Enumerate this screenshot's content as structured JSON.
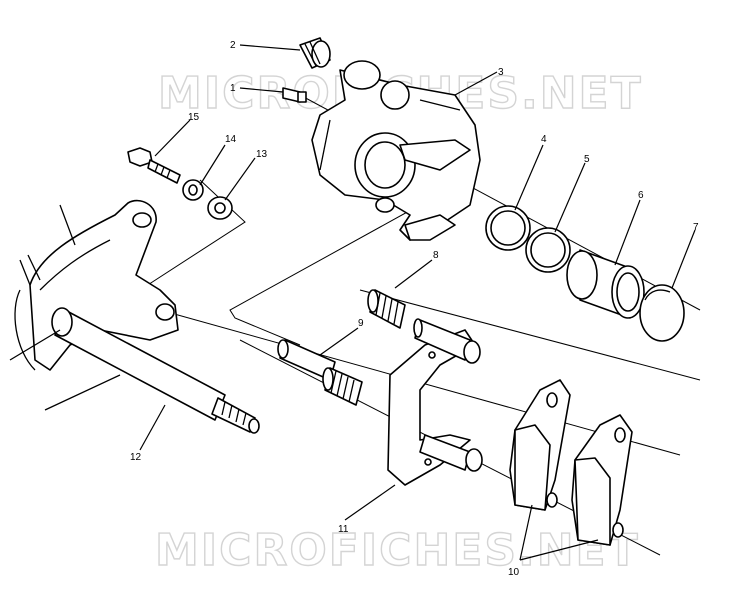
{
  "watermark": {
    "top": "MICROFICHES.NET",
    "bottom": "MICROFICHES.NET"
  },
  "callouts": [
    {
      "id": "c1",
      "label": "1"
    },
    {
      "id": "c2",
      "label": "2"
    },
    {
      "id": "c3",
      "label": "3"
    },
    {
      "id": "c4",
      "label": "4"
    },
    {
      "id": "c5",
      "label": "5"
    },
    {
      "id": "c6",
      "label": "6"
    },
    {
      "id": "c7",
      "label": "7"
    },
    {
      "id": "c8",
      "label": "8"
    },
    {
      "id": "c9",
      "label": "9"
    },
    {
      "id": "c10",
      "label": "10"
    },
    {
      "id": "c11",
      "label": "11"
    },
    {
      "id": "c12",
      "label": "12"
    },
    {
      "id": "c13",
      "label": "13"
    },
    {
      "id": "c14",
      "label": "14"
    },
    {
      "id": "c15",
      "label": "15"
    }
  ],
  "colors": {
    "line": "#000000",
    "background": "#ffffff",
    "watermark": "#d4d4d4"
  }
}
